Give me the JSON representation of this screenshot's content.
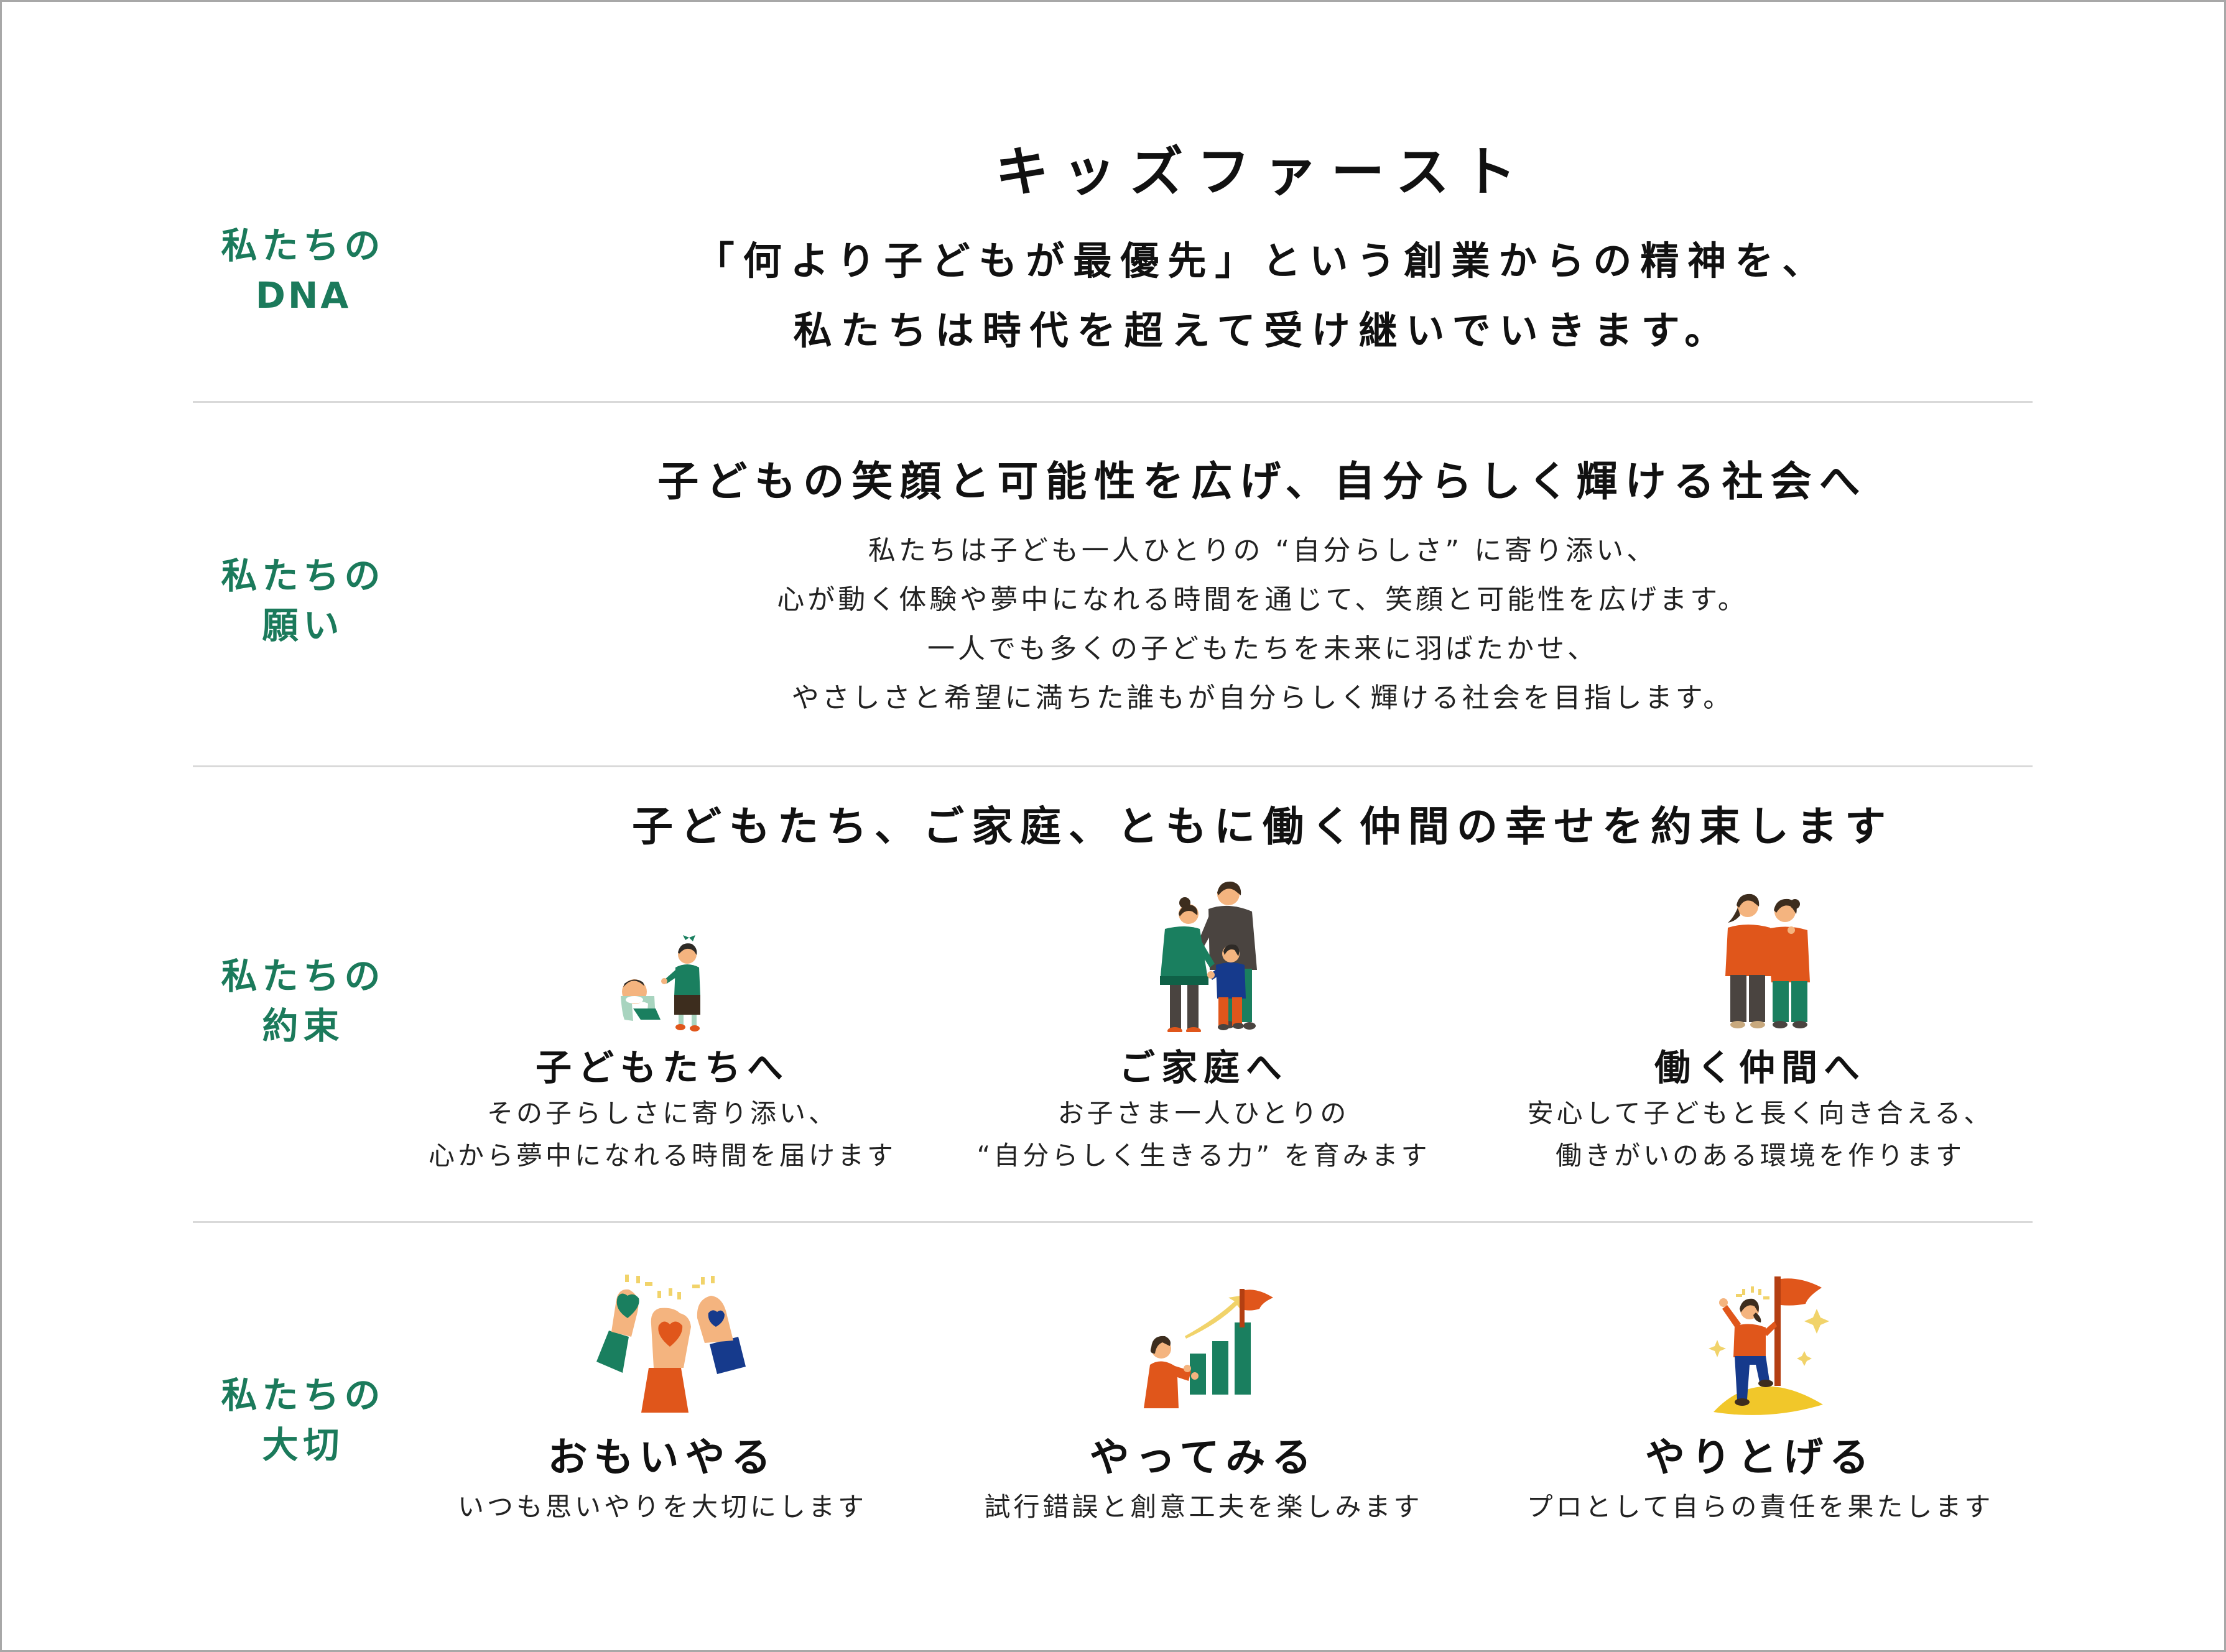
{
  "colors": {
    "label_green": "#1b7a5b",
    "divider": "#d9d9d9",
    "frame": "#a8a8a8",
    "illus_green": "#1a7f5f",
    "illus_orange": "#e0561b",
    "illus_navy": "#163a8c",
    "illus_brown": "#4a4440",
    "illus_skin": "#f4b47f",
    "illus_yellow": "#f1c72a"
  },
  "sections": [
    {
      "label_line1": "私たちの",
      "label_line2": "DNA",
      "title": "キッズファースト",
      "lines": [
        "「何より子どもが最優先」という創業からの精神を、",
        "私たちは時代を超えて受け継いでいきます。"
      ]
    },
    {
      "label_line1": "私たちの",
      "label_line2": "願い",
      "heading": "子どもの笑顔と可能性を広げ、自分らしく輝ける社会へ",
      "lines": [
        "私たちは子ども一人ひとりの “自分らしさ” に寄り添い、",
        "心が動く体験や夢中になれる時間を通じて、笑顔と可能性を広げます。",
        "一人でも多くの子どもたちを未来に羽ばたかせ、",
        "やさしさと希望に満ちた誰もが自分らしく輝ける社会を目指します。"
      ]
    },
    {
      "label_line1": "私たちの",
      "label_line2": "約束",
      "heading": "子どもたち、ご家庭、ともに働く仲間の幸せを約束します",
      "columns": [
        {
          "icon": "children-playing-icon",
          "title": "子どもたちへ",
          "line1": "その子らしさに寄り添い、",
          "line2": "心から夢中になれる時間を届けます"
        },
        {
          "icon": "family-icon",
          "title": "ご家庭へ",
          "line1": "お子さま一人ひとりの",
          "line2": "“自分らしく生きる力” を育みます"
        },
        {
          "icon": "coworkers-icon",
          "title": "働く仲間へ",
          "line1": "安心して子どもと長く向き合える、",
          "line2": "働きがいのある環境を作ります"
        }
      ]
    },
    {
      "label_line1": "私たちの",
      "label_line2": "大切",
      "columns": [
        {
          "icon": "hands-with-hearts-icon",
          "title": "おもいやる",
          "line1": "いつも思いやりを大切にします"
        },
        {
          "icon": "growth-chart-flag-icon",
          "title": "やってみる",
          "line1": "試行錯誤と創意工夫を楽しみます"
        },
        {
          "icon": "summit-flag-icon",
          "title": "やりとげる",
          "line1": "プロとして自らの責任を果たします"
        }
      ]
    }
  ]
}
